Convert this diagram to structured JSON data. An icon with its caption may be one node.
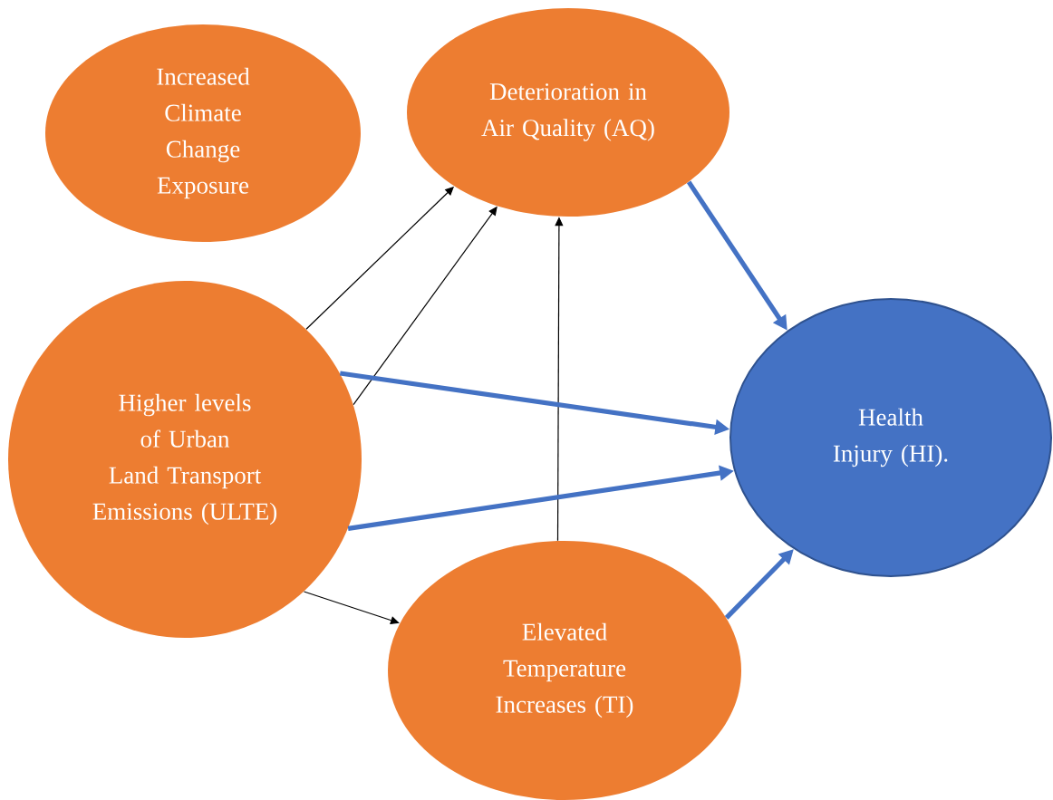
{
  "diagram": {
    "nodes": [
      {
        "text": [
          "Increased Climate Change Exposure"
        ]
      },
      {
        "text": [
          "Deterioration in Air Quality (AQ)"
        ]
      },
      {
        "text": [
          "Higher levels of Urban Land Transport Emissions (ULTE)"
        ]
      },
      {
        "text": [
          "Health Injury (HI)."
        ]
      },
      {
        "text": [
          "Elevated Temperature Increases (TI)"
        ]
      }
    ],
    "edges": [
      {
        "from": 2,
        "to": 1,
        "arrow": "to"
      },
      {
        "from": 2,
        "to": 1,
        "arrow": "to"
      },
      {
        "from": 2,
        "to": 4,
        "arrow": "to"
      },
      {
        "from": 4,
        "to": 1,
        "arrow": "to"
      },
      {
        "from": 1,
        "to": 3,
        "arrow": "to",
        "style": "thick",
        "color": "#4472c4"
      },
      {
        "from": 2,
        "to": 3,
        "arrow": "to",
        "style": "thick",
        "color": "#4472c4"
      },
      {
        "from": 2,
        "to": 3,
        "arrow": "to",
        "style": "thick",
        "color": "#4472c4"
      },
      {
        "from": 4,
        "to": 3,
        "arrow": "to",
        "style": "thick",
        "color": "#4472c4"
      }
    ]
  }
}
